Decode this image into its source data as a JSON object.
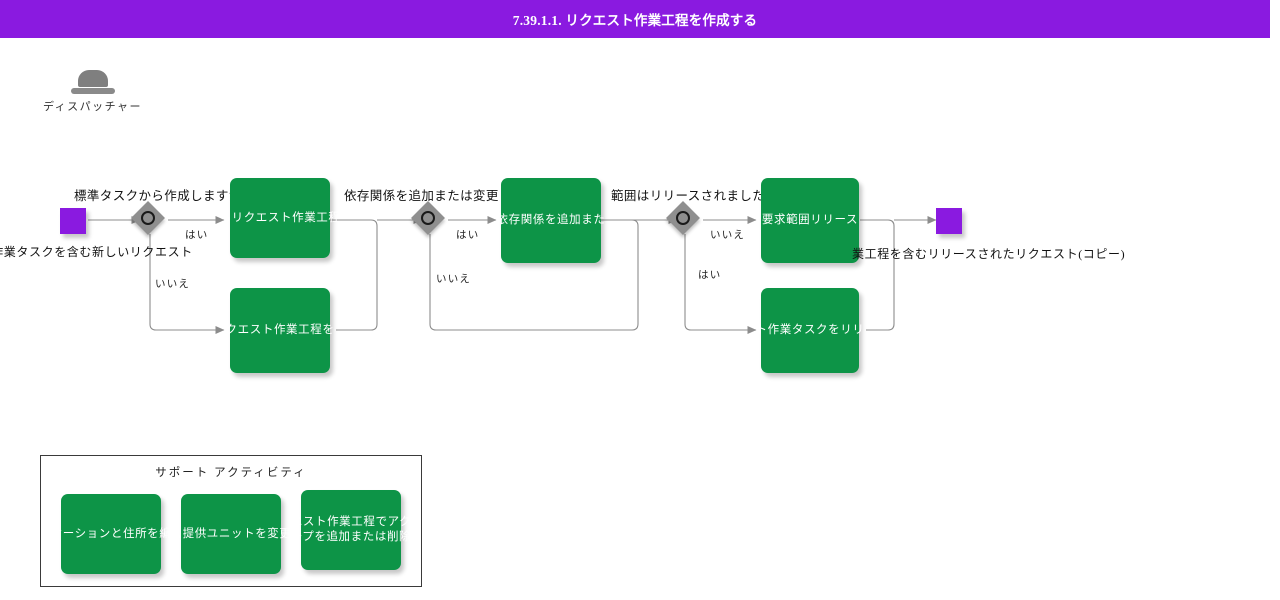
{
  "header": {
    "title": "7.39.1.1. リクエスト作業工程を作成する",
    "background_color": "#8a1ae0",
    "text_color": "#ffffff"
  },
  "colors": {
    "task_green": "#0d9447",
    "event_purple": "#8a1ae0",
    "gateway_gray": "#8f8f8f",
    "connector_gray": "#808080",
    "text_dark": "#111111"
  },
  "lane": {
    "role_icon": "bowler-hat-icon",
    "role_label": "ディスパッチャー"
  },
  "events": {
    "start_label": "スト作業タスクを含む新しいリクエスト",
    "end_label": "業工程を含むリリースされたリクエスト(コピー)"
  },
  "gateways": [
    {
      "id": "gw1",
      "question": "標準タスクから作成しますか?",
      "yes_label": "はい",
      "no_label": "いいえ"
    },
    {
      "id": "gw2",
      "question": "依存関係を追加または変更しますか?",
      "yes_label": "はい",
      "no_label": "いいえ"
    },
    {
      "id": "gw3",
      "question": "範囲はリリースされましたか?",
      "yes_label": "はい",
      "no_label": "いいえ"
    }
  ],
  "tasks": {
    "task1": "らリクエスト作業工程",
    "task2": "クエスト作業工程を",
    "task3": "依存関係を追加また",
    "task4": "要求範囲リリース",
    "task5": "ト作業タスクをリリ"
  },
  "support_group": {
    "title": "サポート アクティビティ",
    "activities": [
      {
        "id": "sa1",
        "line1": "ケーションと住所を編",
        "line2": ""
      },
      {
        "id": "sa2",
        "line1": "ス提供ユニットを変更",
        "line2": ""
      },
      {
        "id": "sa3",
        "line1": "エスト作業工程でアク",
        "line2": "ープを追加または削除"
      }
    ]
  }
}
